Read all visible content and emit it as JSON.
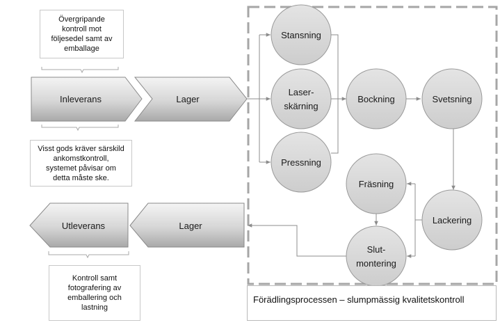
{
  "notes": {
    "top": [
      "Övergripande",
      "kontroll mot",
      "följesedel samt av",
      "emballage"
    ],
    "middle": [
      "Visst gods kräver särskild",
      "ankomstkontroll,",
      "systemet påvisar om",
      "detta måste ske."
    ],
    "bottom": [
      "Kontroll samt",
      "fotografering av",
      "emballering och",
      "lastning"
    ]
  },
  "arrows": {
    "inleverans": "Inleverans",
    "lager_in": "Lager",
    "utleverans": "Utleverans",
    "lager_out": "Lager"
  },
  "process": {
    "stansning": [
      "Stansning"
    ],
    "laserskarning": [
      "Laser-",
      "skärning"
    ],
    "pressning": [
      "Pressning"
    ],
    "bockning": [
      "Bockning"
    ],
    "svetsning": [
      "Svetsning"
    ],
    "frasning": [
      "Fräsning"
    ],
    "lackering": [
      "Lackering"
    ],
    "slutmontering": [
      "Slut-",
      "montering"
    ]
  },
  "caption": "Förädlingsprocessen – slumpmässig kvalitetskontroll",
  "colors": {
    "circle_fill": "#d9d9d9",
    "circle_stroke": "#999999",
    "connector": "#8c8c8c",
    "dashed_border": "#a6a6a6",
    "arrow_stroke": "#8a8a8a"
  }
}
